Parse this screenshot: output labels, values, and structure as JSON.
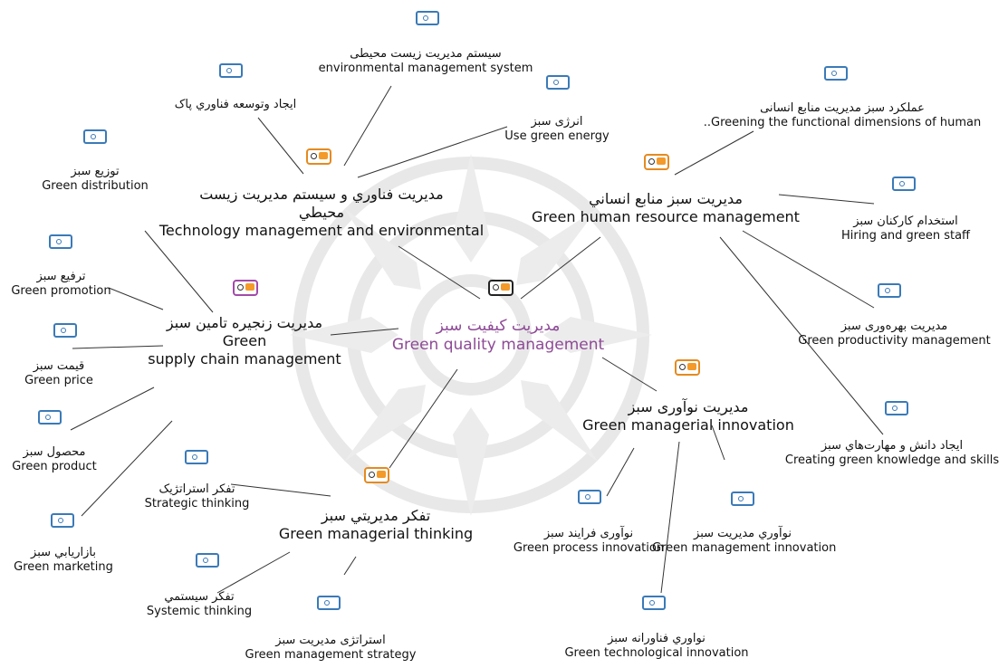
{
  "center": {
    "fa": "مديريت کيفيت سبز",
    "en": "Green quality management"
  },
  "categories": {
    "technology": {
      "fa": "مديريت فناوري و سيستم مديريت زيست",
      "fa2": "محيطي",
      "en": "Technology management and environmental"
    },
    "hr": {
      "fa": "مديريت سبز منابع انساني",
      "en": "Green human resource management"
    },
    "supply": {
      "fa": "مديريت زنجيره تامين سبز",
      "en": "Green",
      "en2": "supply chain management"
    },
    "innovation": {
      "fa": "مديريت نوآوری سبز",
      "en": "Green managerial innovation"
    },
    "thinking": {
      "fa": "تفکر مديريتي سبز",
      "en": "Green managerial thinking"
    }
  },
  "leaves": {
    "ems": {
      "fa": "سيستم مديريت زيست محيطی",
      "en": "environmental management system"
    },
    "clean_tech": {
      "fa": "ايجاد وتوسعه فناوري پاک"
    },
    "energy": {
      "fa": "انرژی سبز",
      "en": "Use green energy"
    },
    "hr_func": {
      "fa": "عملکرد سبز مديريت منابع انسانی",
      "en": "..Greening the functional dimensions of human"
    },
    "hiring": {
      "fa": "استخدام کارکنان سبز",
      "en": "Hiring and green staff"
    },
    "productivity": {
      "fa": "مديريت  بهره‌وری سبز",
      "en": "Green productivity management"
    },
    "knowledge": {
      "fa": "ايجاد دانش و مهارت‌هاي سبز",
      "en": "Creating green knowledge and skills"
    },
    "distribution": {
      "fa": "توزيع سبز",
      "en": "Green distribution"
    },
    "promotion": {
      "fa": "ترفيع سبز",
      "en": "Green promotion"
    },
    "price": {
      "fa": "قيمت سبز",
      "en": "Green price"
    },
    "product": {
      "fa": "محصول سبز",
      "en": "Green product"
    },
    "marketing": {
      "fa": "بازاريابي سبز",
      "en": "Green marketing"
    },
    "strategic": {
      "fa": "تفکر استراتژيک",
      "en": "Strategic thinking"
    },
    "systemic": {
      "fa": "تفکر سيستمي",
      "en": "Systemic thinking"
    },
    "strategy": {
      "fa": "استراتژی مديريت سبز",
      "en": "Green management strategy"
    },
    "process": {
      "fa": "نوآوری فرايند سبز",
      "en": "Green process innovation"
    },
    "mgmt_innov": {
      "fa": "نوآوري مديريت سبز",
      "en": "Green management innovation"
    },
    "tech_innov": {
      "fa": "نواوري فناورانه سبز",
      "en": "Green technological innovation"
    }
  }
}
